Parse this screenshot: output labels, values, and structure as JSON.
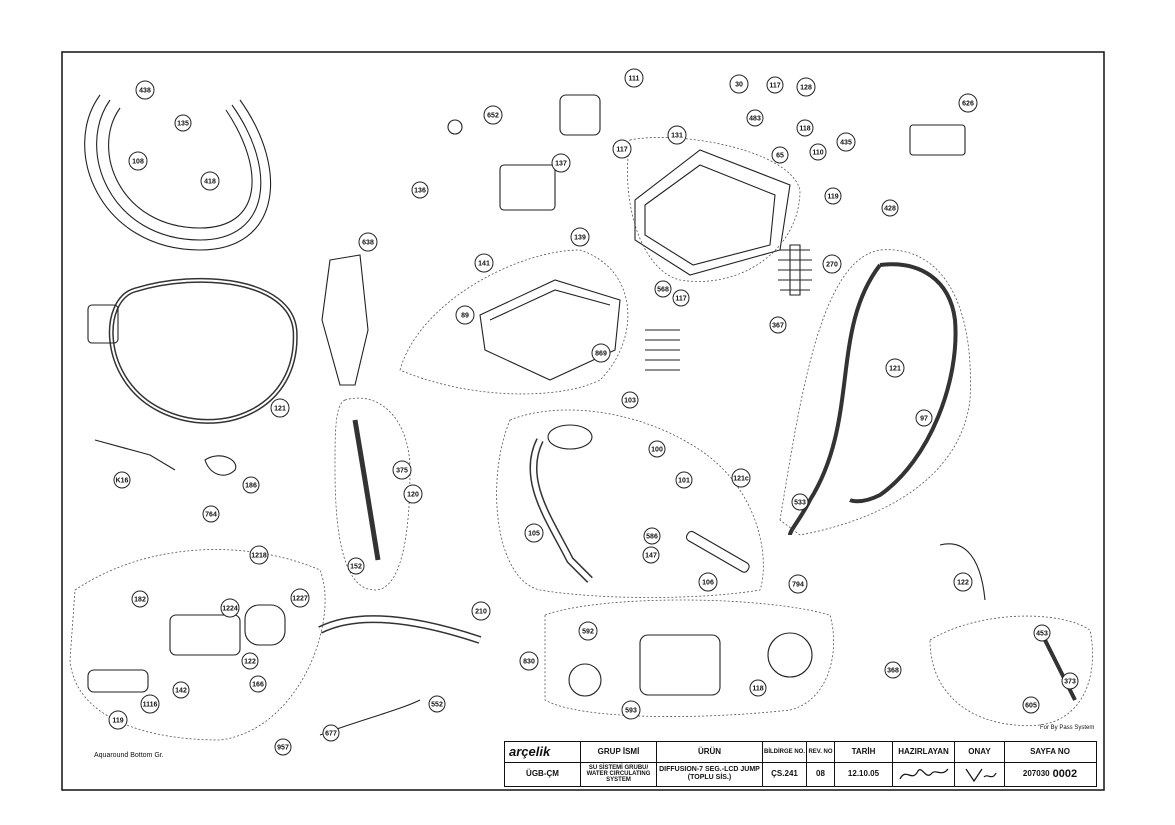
{
  "callouts": [
    {
      "id": "c-438",
      "label": "438"
    },
    {
      "id": "c-135",
      "label": "135"
    },
    {
      "id": "c-108",
      "label": "108"
    },
    {
      "id": "c-418",
      "label": "418"
    },
    {
      "id": "c-652",
      "label": "652"
    },
    {
      "id": "c-111",
      "label": "111"
    },
    {
      "id": "c-117",
      "label": "117"
    },
    {
      "id": "c-137",
      "label": "137"
    },
    {
      "id": "c-30",
      "label": "30"
    },
    {
      "id": "c-117b",
      "label": "117"
    },
    {
      "id": "c-128",
      "label": "128"
    },
    {
      "id": "c-483",
      "label": "483"
    },
    {
      "id": "c-118",
      "label": "118"
    },
    {
      "id": "c-435",
      "label": "435"
    },
    {
      "id": "c-110",
      "label": "110"
    },
    {
      "id": "c-65",
      "label": "65"
    },
    {
      "id": "c-626",
      "label": "626"
    },
    {
      "id": "c-428",
      "label": "428"
    },
    {
      "id": "c-119",
      "label": "119"
    },
    {
      "id": "c-131",
      "label": "131"
    },
    {
      "id": "c-270",
      "label": "270"
    },
    {
      "id": "c-367",
      "label": "367"
    },
    {
      "id": "c-141",
      "label": "141"
    },
    {
      "id": "c-136",
      "label": "136"
    },
    {
      "id": "c-638",
      "label": "638"
    },
    {
      "id": "c-139",
      "label": "139"
    },
    {
      "id": "c-89",
      "label": "89"
    },
    {
      "id": "c-117c",
      "label": "117"
    },
    {
      "id": "c-568",
      "label": "568"
    },
    {
      "id": "c-869",
      "label": "869"
    },
    {
      "id": "c-103",
      "label": "103"
    },
    {
      "id": "c-121",
      "label": "121"
    },
    {
      "id": "c-121b",
      "label": "121"
    },
    {
      "id": "c-120",
      "label": "120"
    },
    {
      "id": "c-375",
      "label": "375"
    },
    {
      "id": "c-152",
      "label": "152"
    },
    {
      "id": "c-100",
      "label": "100"
    },
    {
      "id": "c-101",
      "label": "101"
    },
    {
      "id": "c-121c",
      "label": "121c"
    },
    {
      "id": "c-586",
      "label": "586"
    },
    {
      "id": "c-105",
      "label": "105"
    },
    {
      "id": "c-147",
      "label": "147"
    },
    {
      "id": "c-106",
      "label": "106"
    },
    {
      "id": "c-533",
      "label": "533"
    },
    {
      "id": "c-97",
      "label": "97"
    },
    {
      "id": "c-122",
      "label": "122"
    },
    {
      "id": "c-k16",
      "label": "K16"
    },
    {
      "id": "c-186",
      "label": "186"
    },
    {
      "id": "c-764",
      "label": "764"
    },
    {
      "id": "c-1218",
      "label": "1218"
    },
    {
      "id": "c-182",
      "label": "182"
    },
    {
      "id": "c-1224",
      "label": "1224"
    },
    {
      "id": "c-1227",
      "label": "1227"
    },
    {
      "id": "c-122b",
      "label": "122"
    },
    {
      "id": "c-142",
      "label": "142"
    },
    {
      "id": "c-1116",
      "label": "1116"
    },
    {
      "id": "c-119b",
      "label": "119"
    },
    {
      "id": "c-166",
      "label": "166"
    },
    {
      "id": "c-957",
      "label": "957"
    },
    {
      "id": "c-210",
      "label": "210"
    },
    {
      "id": "c-830",
      "label": "830"
    },
    {
      "id": "c-552",
      "label": "552"
    },
    {
      "id": "c-677",
      "label": "677"
    },
    {
      "id": "c-794",
      "label": "794"
    },
    {
      "id": "c-592",
      "label": "592"
    },
    {
      "id": "c-593",
      "label": "593"
    },
    {
      "id": "c-118b",
      "label": "118"
    },
    {
      "id": "c-368",
      "label": "368"
    },
    {
      "id": "c-453",
      "label": "453"
    },
    {
      "id": "c-373",
      "label": "373"
    },
    {
      "id": "c-605",
      "label": "605"
    }
  ],
  "captions": {
    "aquaround": "Aquaround Bottom Gr.",
    "bypass": "For By Pass System"
  },
  "title_block": {
    "logo": "arçelik",
    "h_group": "GRUP İSMİ",
    "h_product": "ÜRÜN",
    "h_bildirge": "BİLDİRGE NO.",
    "h_rev": "REV. NO",
    "h_date": "TARİH",
    "h_prepared": "HAZIRLAYAN",
    "h_approved": "ONAY",
    "h_page": "SAYFA NO",
    "code": "ÜGB-ÇM",
    "group": "SU SİSTEMİ GRUBU/ WATER CIRCULATING SYSTEM",
    "product": "DIFFUSION-7 SEG.-LCD JUMP (TOPLU SİS.)",
    "bildirge": "ÇS.241",
    "rev": "08",
    "date": "12.10.05",
    "page_prefix": "207030",
    "page_number": "0002"
  }
}
